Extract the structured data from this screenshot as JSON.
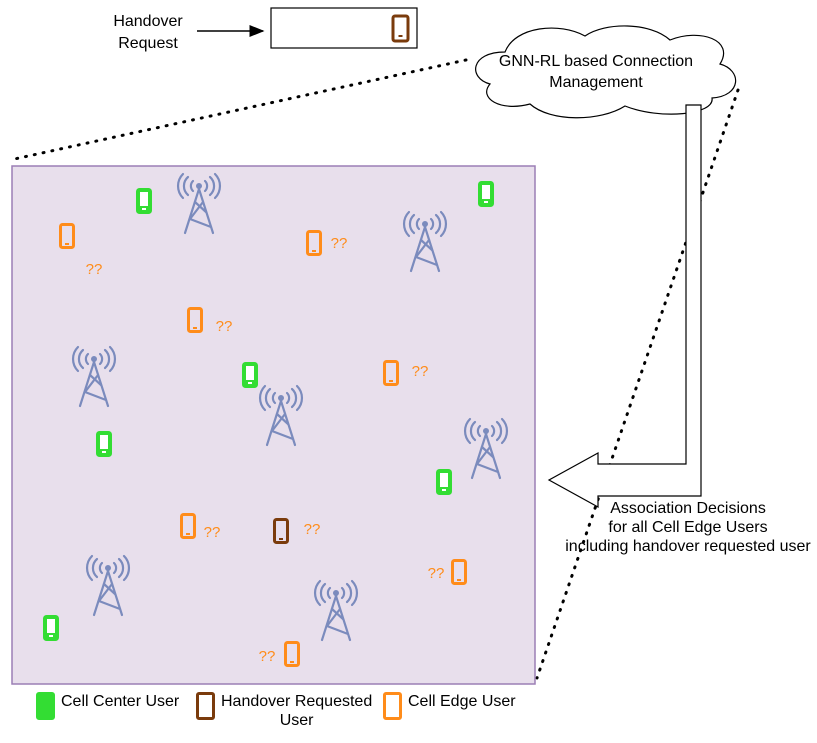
{
  "top": {
    "handover_label_line1": "Handover",
    "handover_label_line2": "Request"
  },
  "cloud": {
    "line1": "GNN-RL based Connection",
    "line2": "Management"
  },
  "decisions": {
    "line1": "Association Decisions",
    "line2": "for all Cell Edge Users",
    "line3": "including handover requested user"
  },
  "unknown_marker": "??",
  "legend": {
    "center": "Cell Center User",
    "handover_line1": "Handover Requested",
    "handover_line2": "User",
    "edge": "Cell Edge User"
  },
  "colors": {
    "cell_center": "#33dd33",
    "handover": "#7a3b0c",
    "cell_edge": "#ff8c1a",
    "tower": "#7b8bbd",
    "area_fill": "#e8dfec",
    "area_border": "#9b7fb5"
  },
  "icons": {
    "user": "mobile-phone-icon",
    "base_station": "cell-tower-icon"
  }
}
